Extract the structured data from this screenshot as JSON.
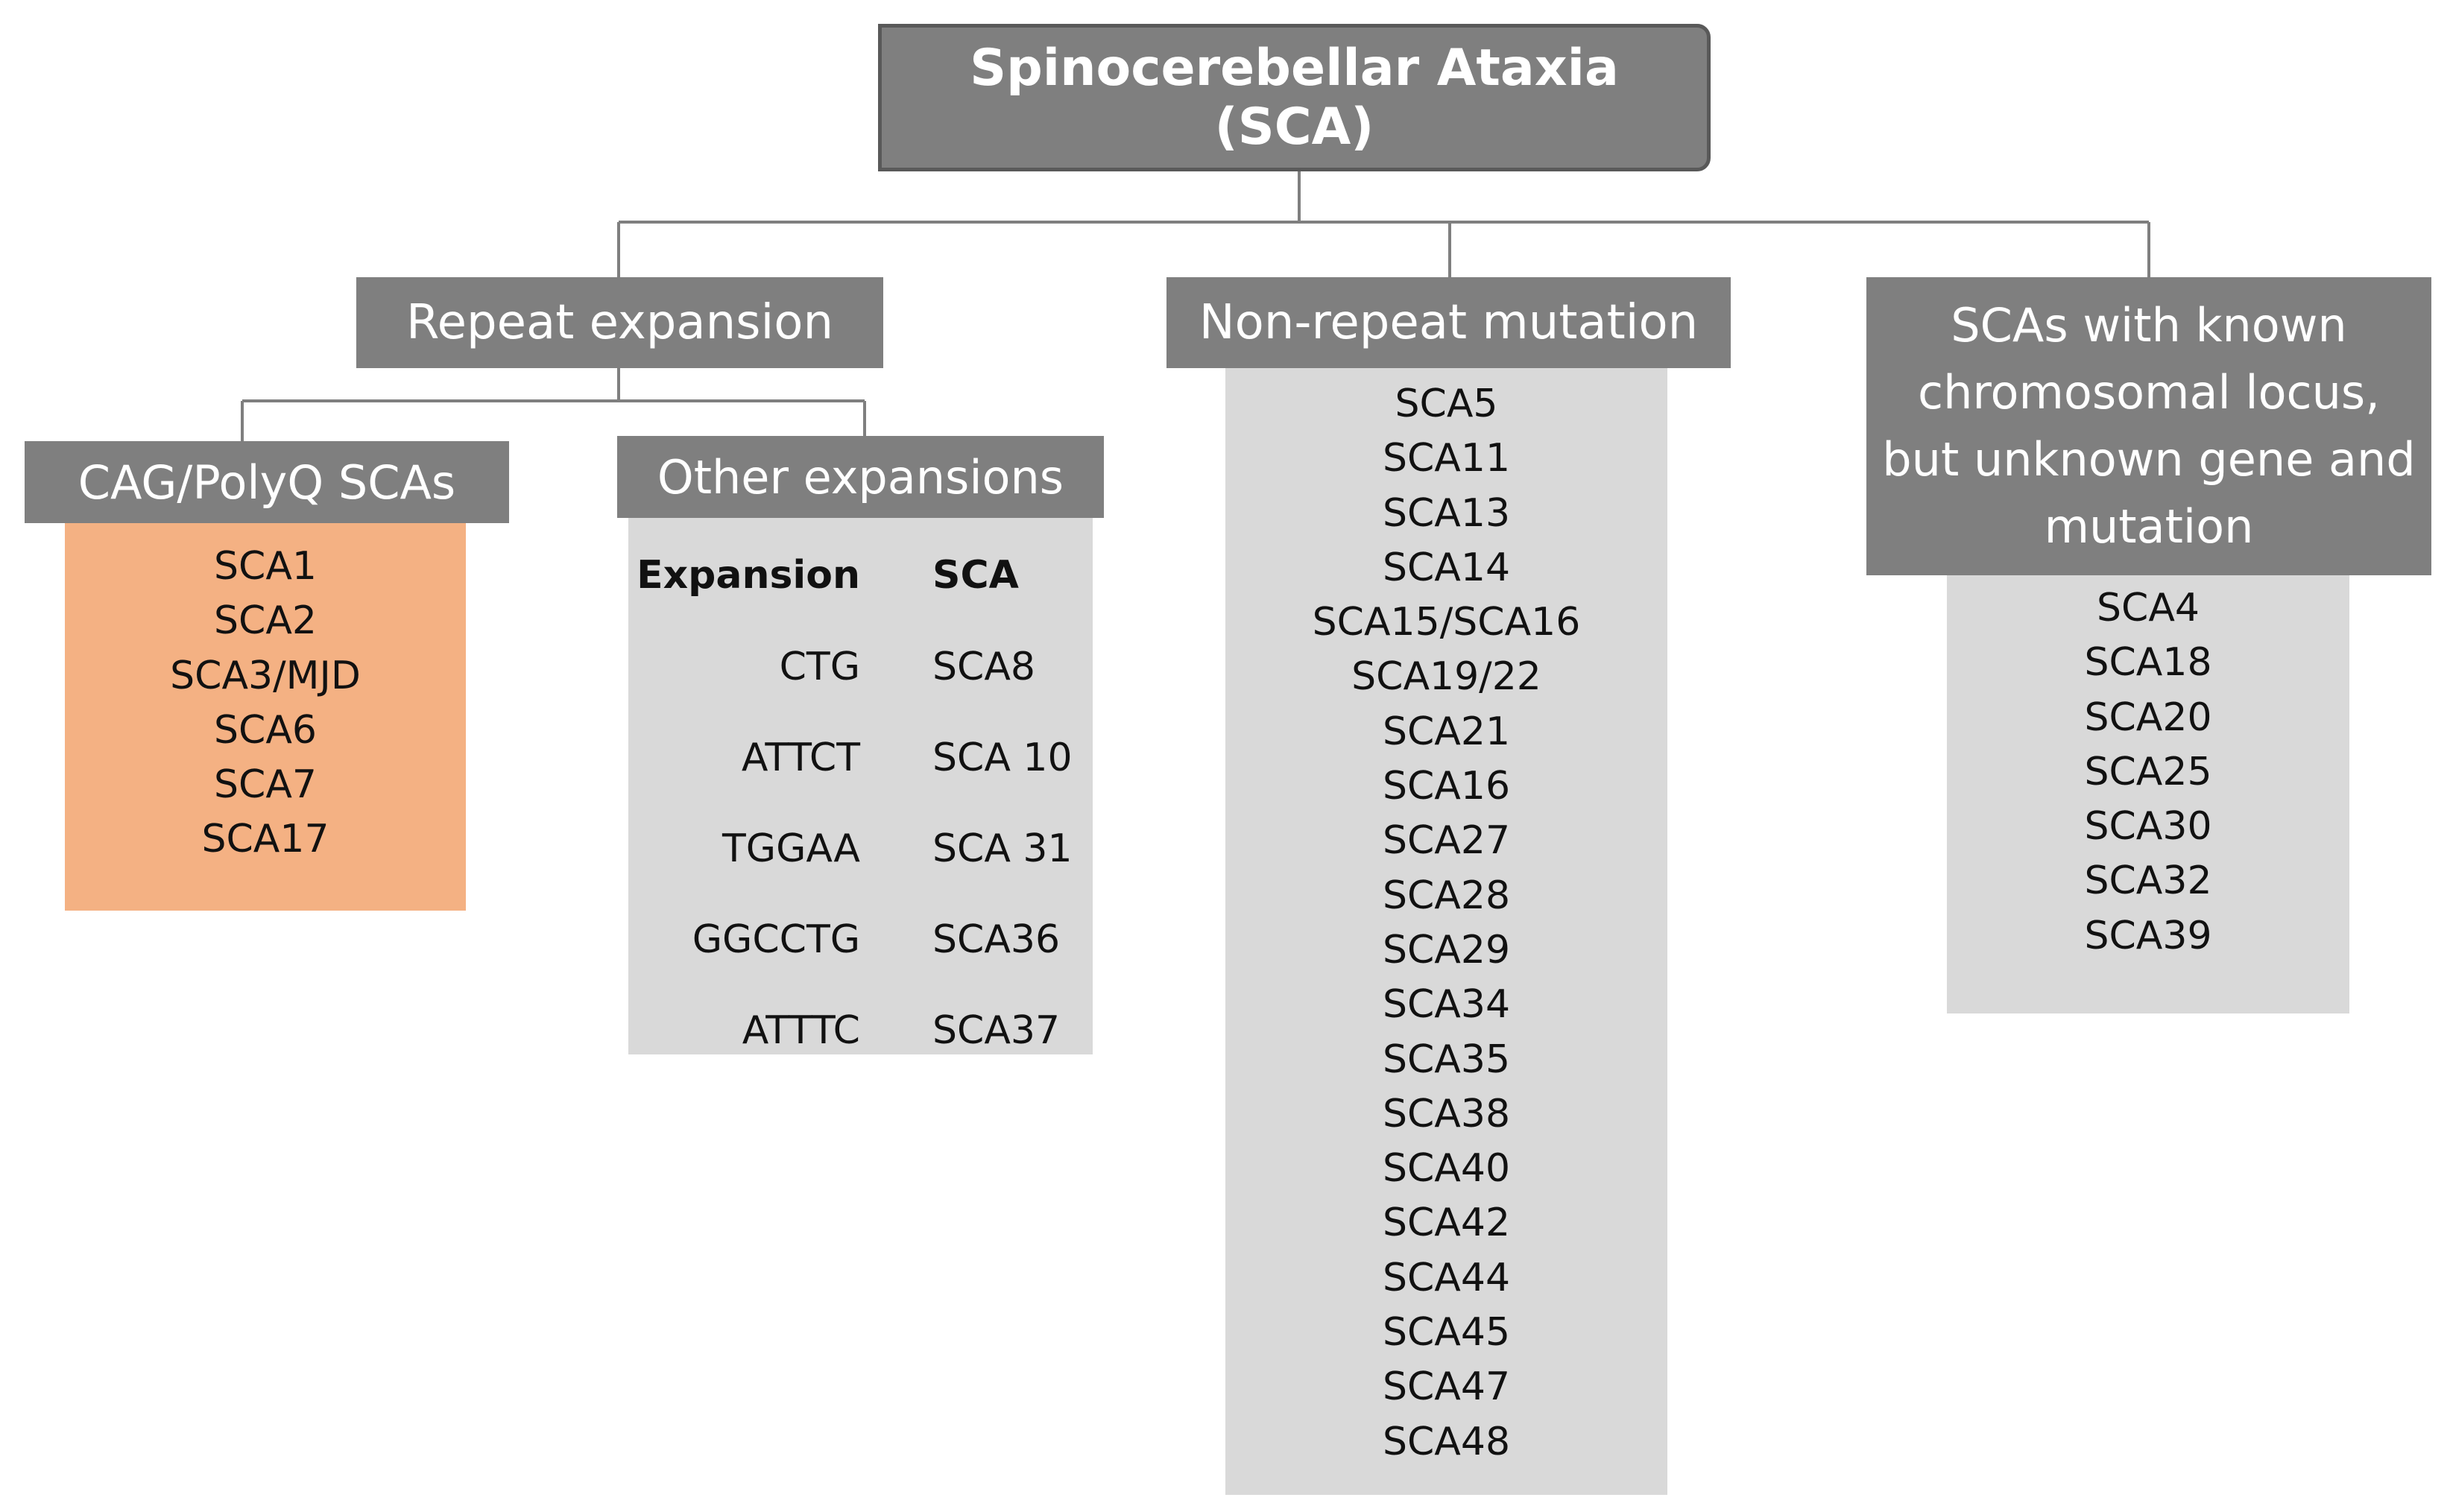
{
  "root": {
    "title": "Spinocerebellar Ataxia (SCA)"
  },
  "categories": {
    "repeat": {
      "title": "Repeat expansion"
    },
    "nonrepeat": {
      "title": "Non-repeat mutation",
      "items": [
        "SCA5",
        "SCA11",
        "SCA13",
        "SCA14",
        "SCA15/SCA16",
        "SCA19/22",
        "SCA21",
        "SCA16",
        "SCA27",
        "SCA28",
        "SCA29",
        "SCA34",
        "SCA35",
        "SCA38",
        "SCA40",
        "SCA42",
        "SCA44",
        "SCA45",
        "SCA47",
        "SCA48"
      ]
    },
    "unknown": {
      "title": "SCAs with known chromosomal locus, but unknown gene and mutation",
      "items": [
        "SCA4",
        "SCA18",
        "SCA20",
        "SCA25",
        "SCA30",
        "SCA32",
        "SCA39"
      ]
    }
  },
  "subcategories": {
    "cag": {
      "title": "CAG/PolyQ SCAs",
      "items": [
        "SCA1",
        "SCA2",
        "SCA3/MJD",
        "SCA6",
        "SCA7",
        "SCA17"
      ]
    },
    "other": {
      "title": "Other expansions",
      "headers": {
        "expansion": "Expansion",
        "sca": "SCA"
      },
      "rows": [
        {
          "expansion": "CTG",
          "sca": "SCA8"
        },
        {
          "expansion": "ATTCT",
          "sca": "SCA 10"
        },
        {
          "expansion": "TGGAA",
          "sca": "SCA 31"
        },
        {
          "expansion": "GGCCTG",
          "sca": "SCA36"
        },
        {
          "expansion": "ATTTC",
          "sca": "SCA37"
        }
      ]
    }
  },
  "colors": {
    "header_fill": "#7f7f7f",
    "header_text": "#ffffff",
    "panel_grey": "#d9d9d9",
    "panel_orange": "#f4b183",
    "connector": "#7f7f7f"
  }
}
